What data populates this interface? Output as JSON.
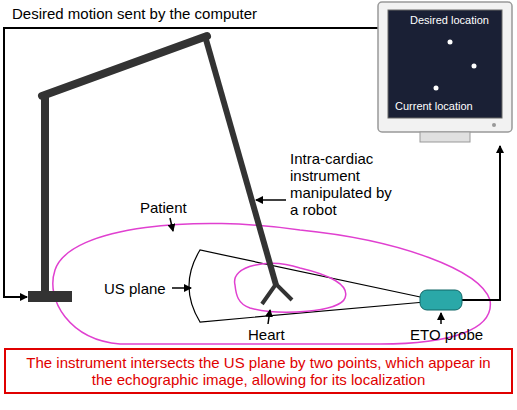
{
  "diagram": {
    "nodes": [
      {
        "text": [
          "The instrument intersects the US plane by two points, which appear in the echographic image, allowing for its localization"
        ]
      }
    ],
    "labels": [
      "Desired motion sent by the computer",
      "Desired location",
      "Current location",
      "Intra-cardiac instrument manipulated by a robot",
      "Patient",
      "US plane",
      "Heart",
      "ETO probe"
    ]
  }
}
